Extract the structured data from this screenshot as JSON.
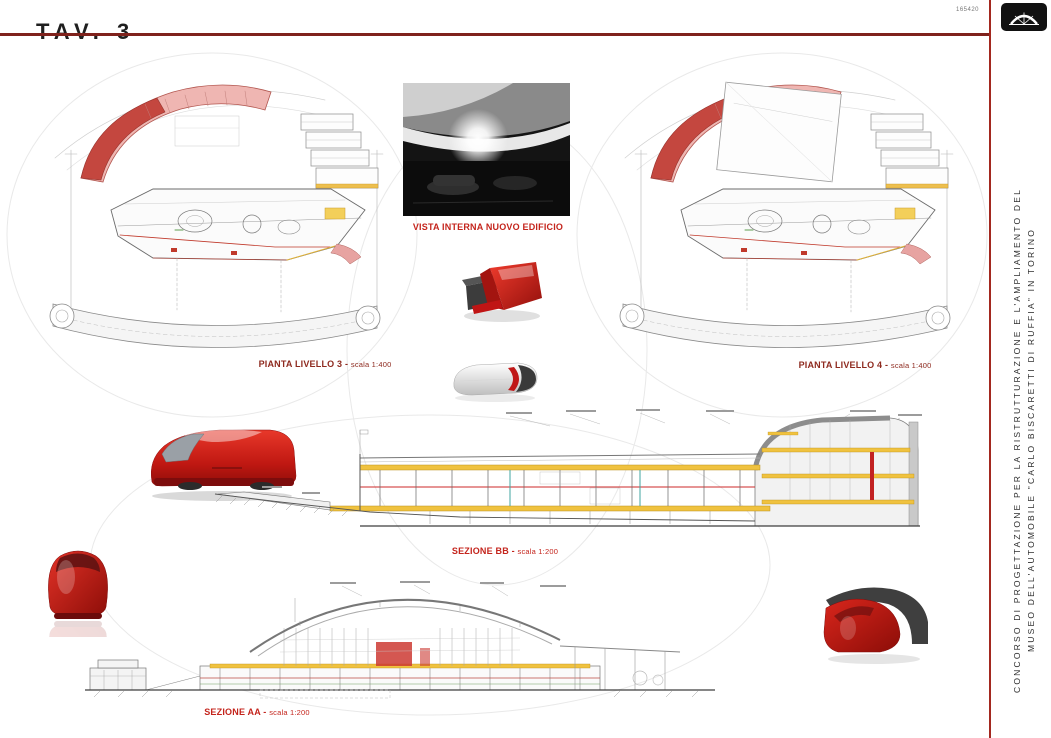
{
  "header": {
    "sheet_title": "TAV. 3",
    "sheet_code": "165420"
  },
  "side_panel": {
    "title_line1": "Concorso di Progettazione per la Ristrutturazione e l'Ampliamento del",
    "title_line2": "Museo dell'Automobile \"Carlo Biscaretti di Ruffia\" in Torino"
  },
  "captions": {
    "vista_interna": "VISTA INTERNA NUOVO EDIFICIO",
    "pianta_livello_3": {
      "label": "PIANTA LIVELLO 3 -",
      "scale": "scala 1:400"
    },
    "pianta_livello_4": {
      "label": "PIANTA LIVELLO 4 -",
      "scale": "scala 1:400"
    },
    "sezione_bb": {
      "label": "SEZIONE BB -",
      "scale": "scala 1:200"
    },
    "sezione_aa": {
      "label": "SEZIONE AA -",
      "scale": "scala 1:200"
    }
  },
  "colors": {
    "accent_red": "#c01818",
    "caption_red": "#c4241c",
    "caption_dark_red": "#8e2a1f",
    "rule_red": "#7f221c",
    "slab_yellow": "#f0c23f",
    "plan_pink": "#efb6b2",
    "plan_dark_red": "#c4473f"
  }
}
